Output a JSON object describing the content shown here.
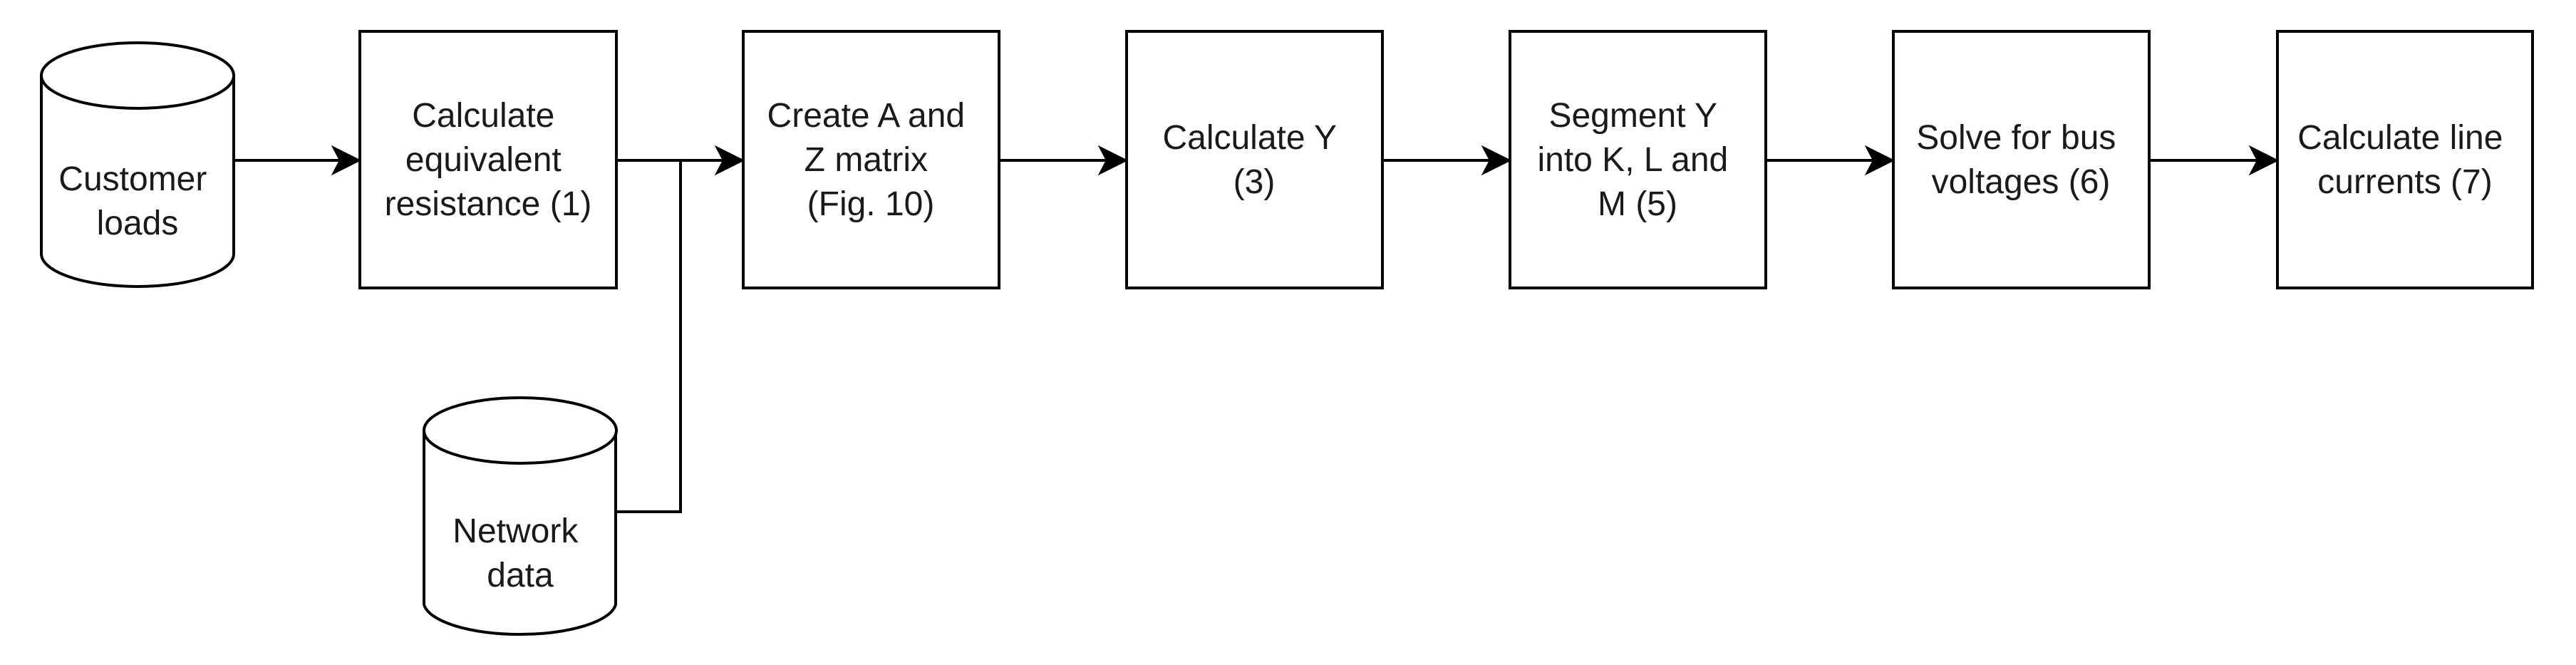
{
  "colors": {
    "stroke": "#000000",
    "fill": "#ffffff",
    "text": "#1a1a1a"
  },
  "nodes": {
    "customer_loads": {
      "shape": "cylinder",
      "lines": [
        "Customer",
        "loads"
      ]
    },
    "network_data": {
      "shape": "cylinder",
      "lines": [
        "Network",
        "data"
      ]
    },
    "calc_resistance": {
      "shape": "box",
      "lines": [
        "Calculate",
        "equivalent",
        "resistance (1)"
      ]
    },
    "create_matrices": {
      "shape": "box",
      "lines": [
        "Create A and",
        "Z matrix",
        "(Fig. 10)"
      ]
    },
    "calc_y": {
      "shape": "box",
      "lines": [
        "Calculate Y",
        "(3)"
      ]
    },
    "segment_y": {
      "shape": "box",
      "lines": [
        "Segment Y",
        "into K, L and",
        "M (5)"
      ]
    },
    "solve_voltages": {
      "shape": "box",
      "lines": [
        "Solve for bus",
        "voltages (6)"
      ]
    },
    "calc_currents": {
      "shape": "box",
      "lines": [
        "Calculate line",
        "currents (7)"
      ]
    }
  },
  "edges": [
    {
      "from": "customer_loads",
      "to": "calc_resistance"
    },
    {
      "from": "calc_resistance",
      "to": "create_matrices"
    },
    {
      "from": "network_data",
      "to": "create_matrices"
    },
    {
      "from": "create_matrices",
      "to": "calc_y"
    },
    {
      "from": "calc_y",
      "to": "segment_y"
    },
    {
      "from": "segment_y",
      "to": "solve_voltages"
    },
    {
      "from": "solve_voltages",
      "to": "calc_currents"
    }
  ]
}
